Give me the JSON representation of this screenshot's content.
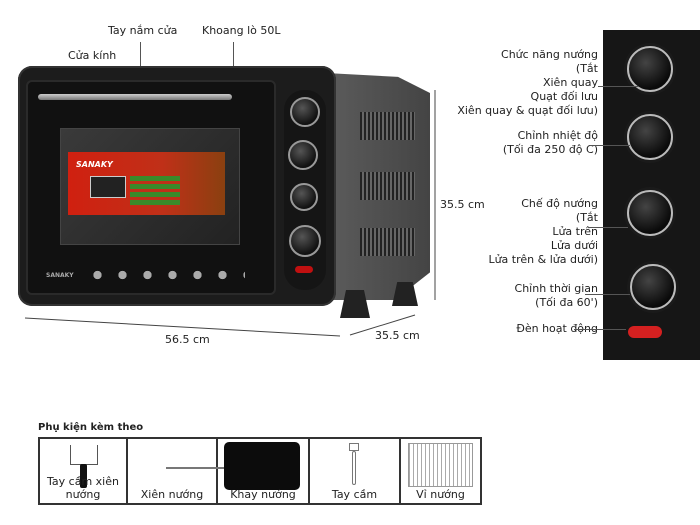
{
  "oven_labels": {
    "door_handle": "Tay nắm cửa",
    "cavity": "Khoang lò 50L",
    "glass_door": "Cửa kính",
    "brand": "SANAKY"
  },
  "dimensions": {
    "width": "56.5 cm",
    "depth": "35.5 cm",
    "height": "35.5 cm"
  },
  "controls": [
    {
      "title": "Chức năng nướng",
      "lines": [
        "(Tắt",
        "Xiên quay",
        "Quạt đối lưu",
        "Xiên quay & quạt đối lưu)"
      ]
    },
    {
      "title": "Chỉnh nhiệt độ",
      "lines": [
        "(Tối đa 250 độ C)"
      ]
    },
    {
      "title": "Chế độ nướng",
      "lines": [
        "(Tắt",
        "Lửa trên",
        "Lửa dưới",
        "Lửa trên & lửa dưới)"
      ]
    },
    {
      "title": "Chỉnh thời gian",
      "lines": [
        "(Tối đa 60')"
      ]
    },
    {
      "title": "Đèn hoạt động",
      "lines": []
    }
  ],
  "accessories": {
    "title": "Phụ kiện kèm theo",
    "items": [
      "Tay cầm xiên nướng",
      "Xiên nướng",
      "Khay nướng",
      "Tay cầm",
      "Vỉ nướng"
    ]
  }
}
